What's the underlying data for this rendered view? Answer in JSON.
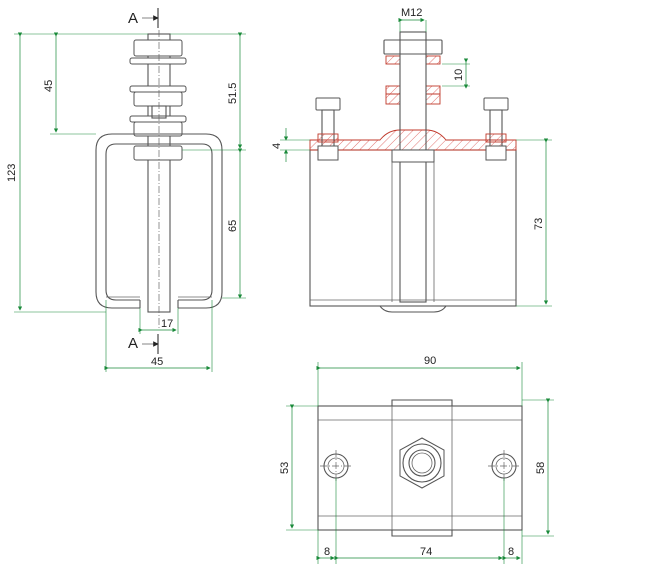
{
  "section_marker": "A",
  "views": {
    "side": {
      "dimensions": {
        "overall_height": "123",
        "top_to_channel": "45",
        "bolt_length": "51.5",
        "channel_height": "65",
        "slot_width": "17",
        "channel_width": "45"
      }
    },
    "front": {
      "dimensions": {
        "thread": "M12",
        "nut_spacing": "10",
        "plate_thickness": "4",
        "body_height": "73"
      }
    },
    "top": {
      "dimensions": {
        "overall_length": "90",
        "overall_width": "58",
        "inner_width": "53",
        "edge_left": "8",
        "hole_spacing": "74",
        "edge_right": "8"
      }
    }
  }
}
